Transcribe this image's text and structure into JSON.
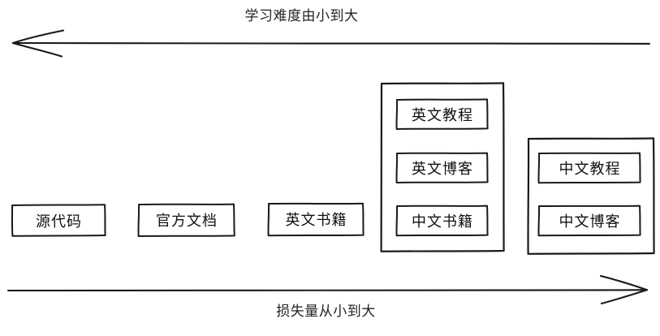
{
  "diagram": {
    "top_axis": {
      "label": "学习难度由小到大",
      "direction": "left",
      "arrow_name": "top-axis-arrow-left"
    },
    "bottom_axis": {
      "label": "损失量从小到大",
      "direction": "right",
      "arrow_name": "bottom-axis-arrow-right"
    },
    "standalone_nodes": [
      {
        "label": "源代码"
      },
      {
        "label": "官方文档"
      },
      {
        "label": "英文书籍"
      }
    ],
    "groups": [
      {
        "name": "group-english-media",
        "nodes": [
          {
            "label": "英文教程"
          },
          {
            "label": "英文博客"
          },
          {
            "label": "中文书籍"
          }
        ]
      },
      {
        "name": "group-chinese-media",
        "nodes": [
          {
            "label": "中文教程"
          },
          {
            "label": "中文博客"
          }
        ]
      }
    ],
    "colors": {
      "stroke": "#1a1a1a",
      "text": "#111111",
      "background": "#ffffff"
    }
  }
}
